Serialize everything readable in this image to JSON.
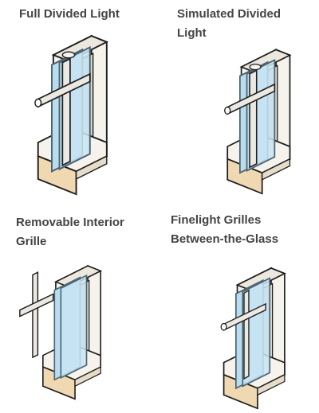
{
  "panels": [
    {
      "title_lines": [
        "Full Divided Light"
      ],
      "illustration": "full-divided-light-window-section"
    },
    {
      "title_lines": [
        "Simulated Divided",
        "Light"
      ],
      "illustration": "simulated-divided-light-window-section"
    },
    {
      "title_lines": [
        "Removable Interior",
        "Grille"
      ],
      "illustration": "removable-interior-grille-window-section"
    },
    {
      "title_lines": [
        "Finelight Grilles",
        "Between-the-Glass"
      ],
      "illustration": "finelight-grilles-between-the-glass-window-section"
    }
  ],
  "colors": {
    "frame": "#f6f3ec",
    "frame_shade": "#ddd8cc",
    "wood_edge": "#f0d8b0",
    "glass": "#b9dcee",
    "glass_edge": "#4a6472",
    "grille": "#ece9e2",
    "outline": "#1e1e1e",
    "text": "#444444"
  }
}
